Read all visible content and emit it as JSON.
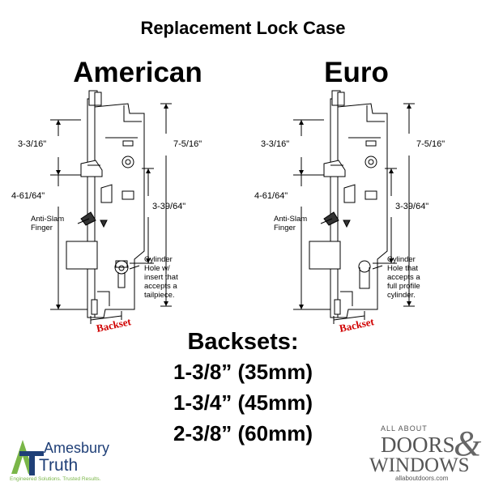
{
  "title": "Replacement Lock Case",
  "columns": [
    {
      "heading": "American",
      "dims": {
        "top": "3-3/16\"",
        "mid": "4-61/64\"",
        "overall": "7-5/16\"",
        "center": "3-39/64\""
      },
      "anti_slam": [
        "Anti-Slam",
        "Finger"
      ],
      "cylinder_note": [
        "Cylinder",
        "Hole w/",
        "insert that",
        "accepts a",
        "tailpiece."
      ],
      "backset_label": "Backset"
    },
    {
      "heading": "Euro",
      "dims": {
        "top": "3-3/16\"",
        "mid": "4-61/64\"",
        "overall": "7-5/16\"",
        "center": "3-39/64\""
      },
      "anti_slam": [
        "Anti-Slam",
        "Finger"
      ],
      "cylinder_note": [
        "Cylinder",
        "Hole that",
        "accepts a",
        "full profile",
        "cylinder."
      ],
      "backset_label": "Backset"
    }
  ],
  "backsets": {
    "title": "Backsets:",
    "items": [
      "1-3/8” (35mm)",
      "1-3/4” (45mm)",
      "2-3/8” (60mm)"
    ]
  },
  "logos": {
    "amesbury_top": "Amesbury",
    "amesbury_bottom": "Truth",
    "amesbury_tagline": "Engineered Solutions. Trusted Results.",
    "doors_line1": "ALL ABOUT",
    "doors_line2": "DOORS",
    "doors_amp": "&",
    "doors_line3": "WINDOWS",
    "doors_url": "allaboutdoors.com"
  },
  "colors": {
    "backset_label": "#d00000",
    "amesbury_green": "#7ab648",
    "amesbury_blue": "#1f3f77"
  }
}
